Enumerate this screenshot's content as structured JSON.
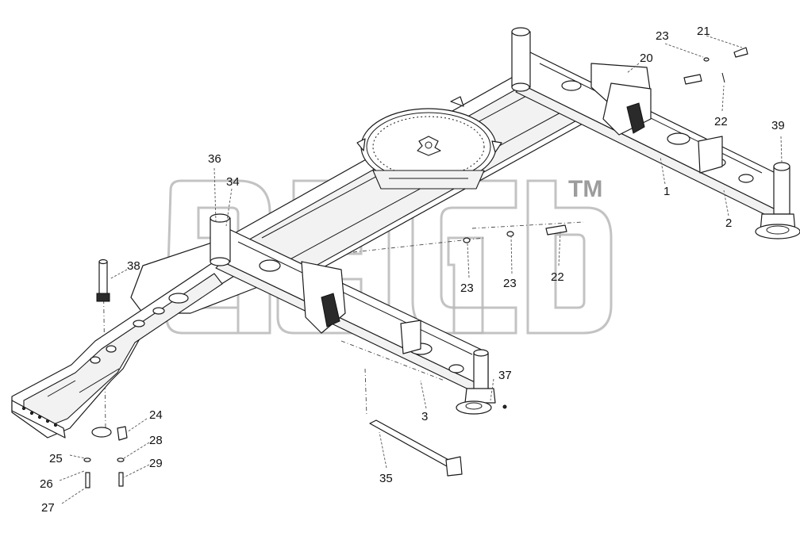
{
  "watermark": {
    "tm": "TM"
  },
  "callouts": [
    {
      "id": "c1",
      "label": "1"
    },
    {
      "id": "c2",
      "label": "2"
    },
    {
      "id": "c3",
      "label": "3"
    },
    {
      "id": "c20",
      "label": "20"
    },
    {
      "id": "c21",
      "label": "21"
    },
    {
      "id": "c22a",
      "label": "22"
    },
    {
      "id": "c22b",
      "label": "22"
    },
    {
      "id": "c23a",
      "label": "23"
    },
    {
      "id": "c23b",
      "label": "23"
    },
    {
      "id": "c23c",
      "label": "23"
    },
    {
      "id": "c24",
      "label": "24"
    },
    {
      "id": "c25",
      "label": "25"
    },
    {
      "id": "c26",
      "label": "26"
    },
    {
      "id": "c27",
      "label": "27"
    },
    {
      "id": "c28",
      "label": "28"
    },
    {
      "id": "c29",
      "label": "29"
    },
    {
      "id": "c34",
      "label": "34"
    },
    {
      "id": "c35",
      "label": "35"
    },
    {
      "id": "c36",
      "label": "36"
    },
    {
      "id": "c37",
      "label": "37"
    },
    {
      "id": "c38",
      "label": "38"
    },
    {
      "id": "c39",
      "label": "39"
    }
  ]
}
